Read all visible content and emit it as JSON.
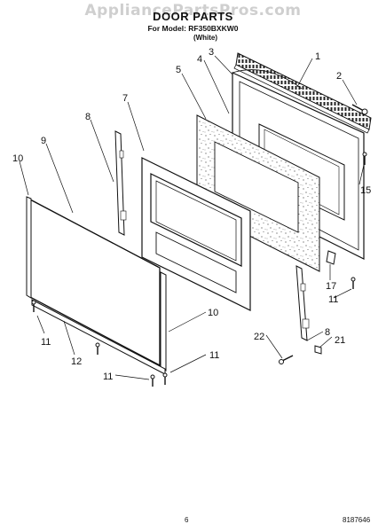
{
  "watermark": "AppliancePartsPros.com",
  "header": {
    "title": "DOOR PARTS",
    "model": "For Model: RF350BXKW0",
    "color": "(White)"
  },
  "callouts": {
    "door_handle_trim": "1",
    "screw_top": "2",
    "outer_door_top": "3",
    "door_frame": "4",
    "insulation": "5",
    "inner_door_panel": "7",
    "hinge_left": "8",
    "hinge_right": "8",
    "outer_glass": "9",
    "glass_channel_left": "10",
    "glass_channel_right": "10",
    "screw_left_a": "11",
    "screw_left_b": "11",
    "screw_right_a": "11",
    "screw_right_b": "11",
    "bottom_trim": "12",
    "screw_right_side": "15",
    "clip": "17",
    "hinge_pin": "21",
    "hinge_screw": "22"
  },
  "footer": {
    "page": "6",
    "doc_number": "8187646"
  }
}
